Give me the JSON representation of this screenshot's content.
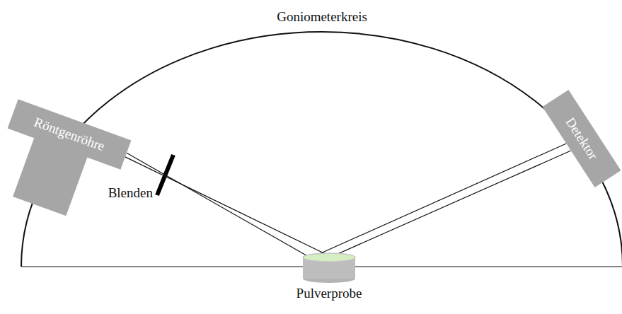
{
  "diagram": {
    "nodes": [
      {
        "text": [
          "Röntgenröhre"
        ]
      },
      {
        "text": [
          "Detektor"
        ]
      },
      {
        "text": [
          "Pulverprobe"
        ]
      }
    ],
    "edges": [
      {
        "from": 0,
        "to": 2,
        "arrow": "none"
      },
      {
        "from": 0,
        "to": 2,
        "arrow": "none"
      },
      {
        "from": 2,
        "to": 1,
        "arrow": "none"
      },
      {
        "from": 2,
        "to": 1,
        "arrow": "none"
      }
    ],
    "labels": [
      "Goniometerkreis",
      "Blenden"
    ]
  }
}
